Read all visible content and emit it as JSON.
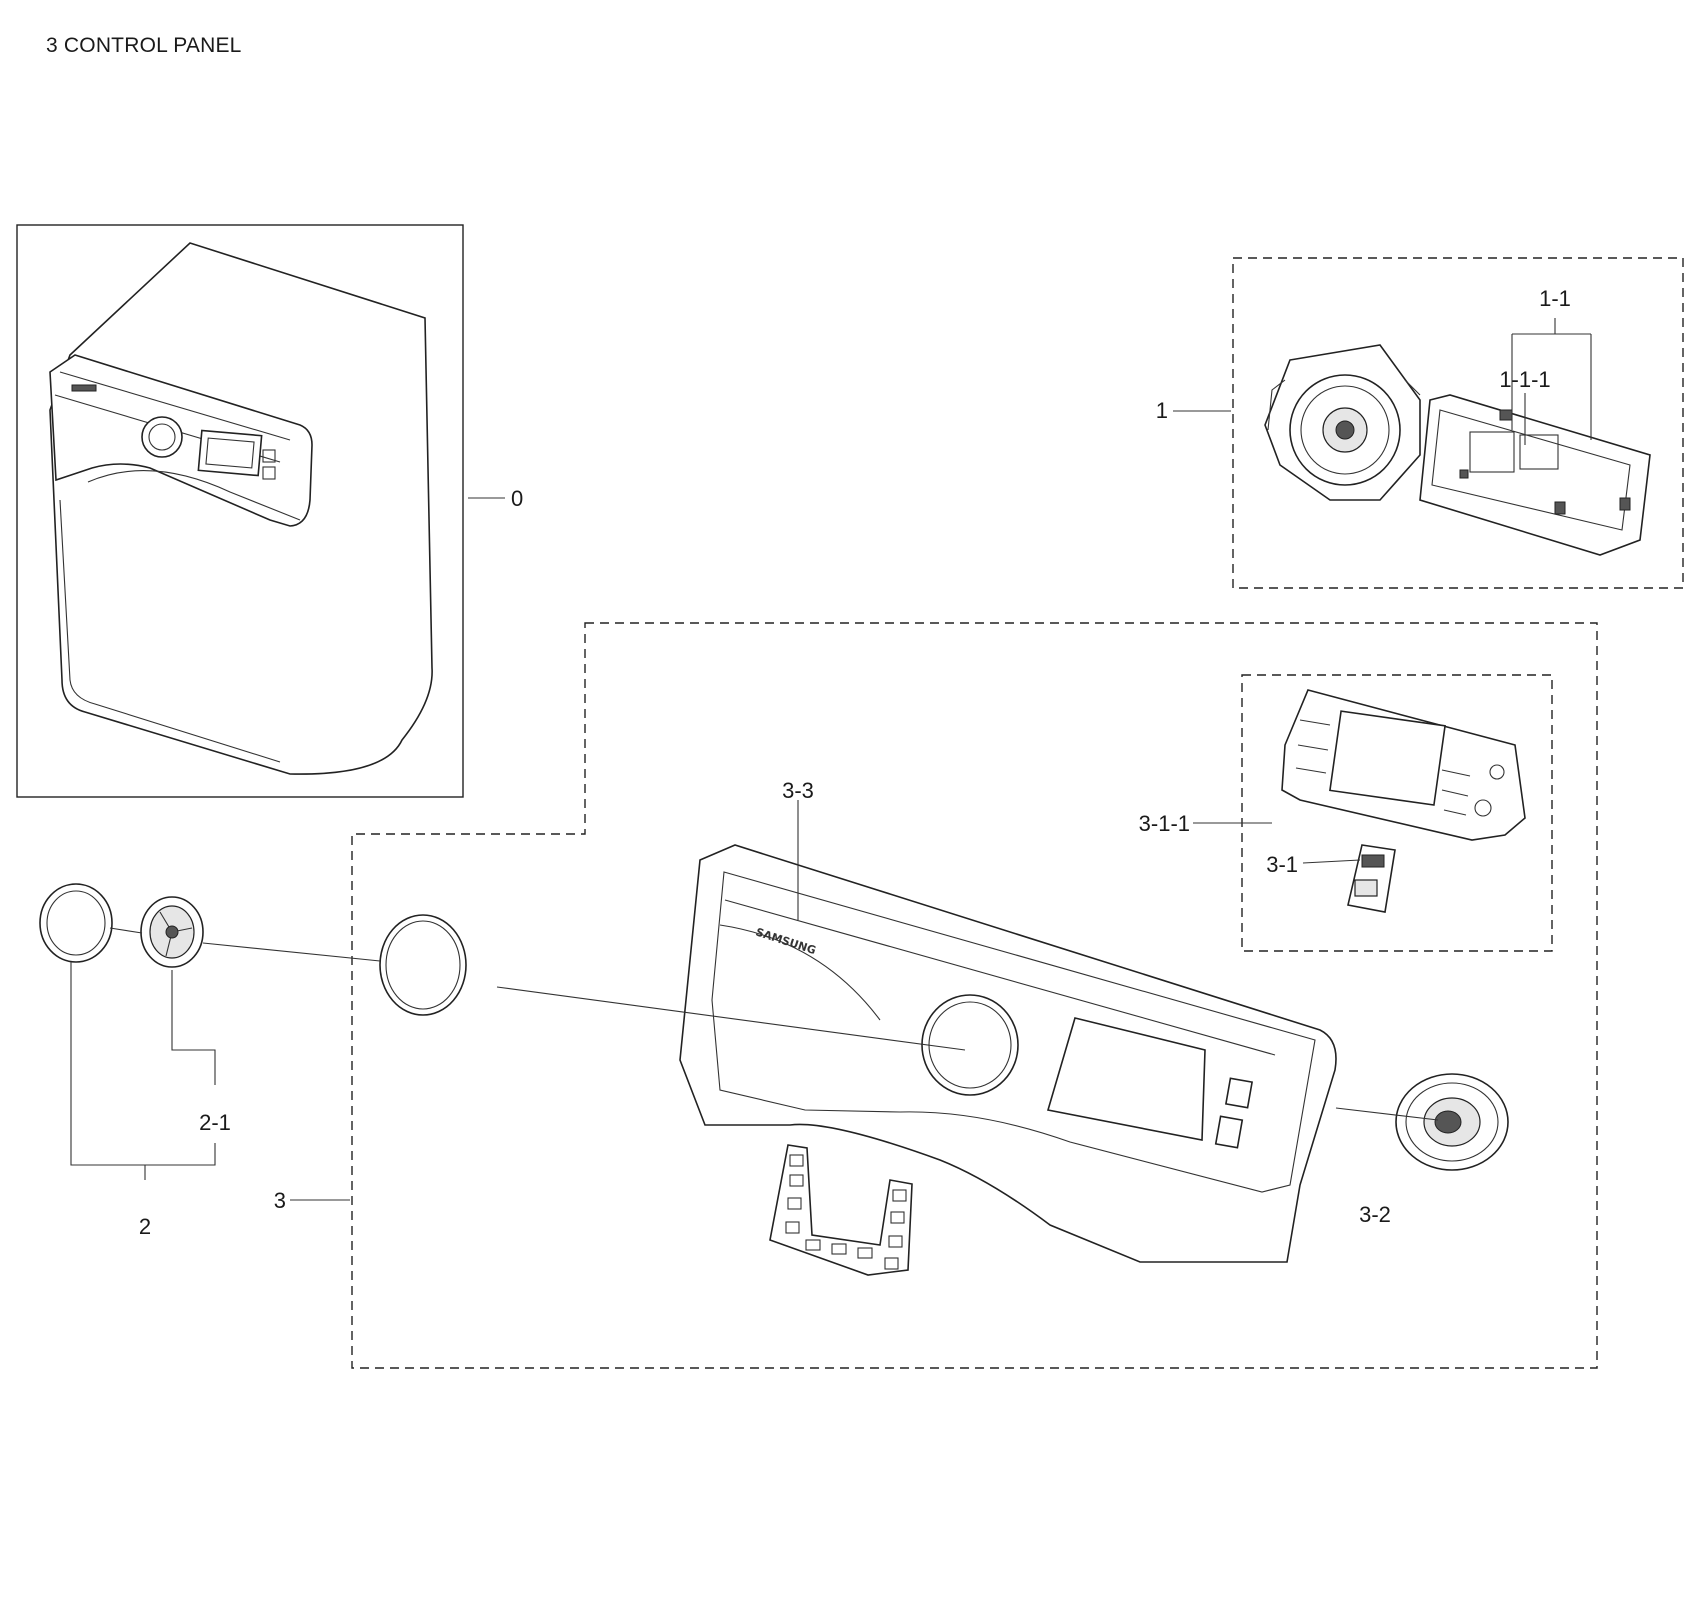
{
  "title": "3 CONTROL PANEL",
  "callouts": {
    "c0": "0",
    "c1": "1",
    "c1_1": "1-1",
    "c1_1_1": "1-1-1",
    "c2": "2",
    "c2_1": "2-1",
    "c3": "3",
    "c3_1": "3-1",
    "c3_1_1": "3-1-1",
    "c3_2": "3-2",
    "c3_3": "3-3"
  },
  "brand": {
    "panel_logo": "SAMSUNG"
  }
}
